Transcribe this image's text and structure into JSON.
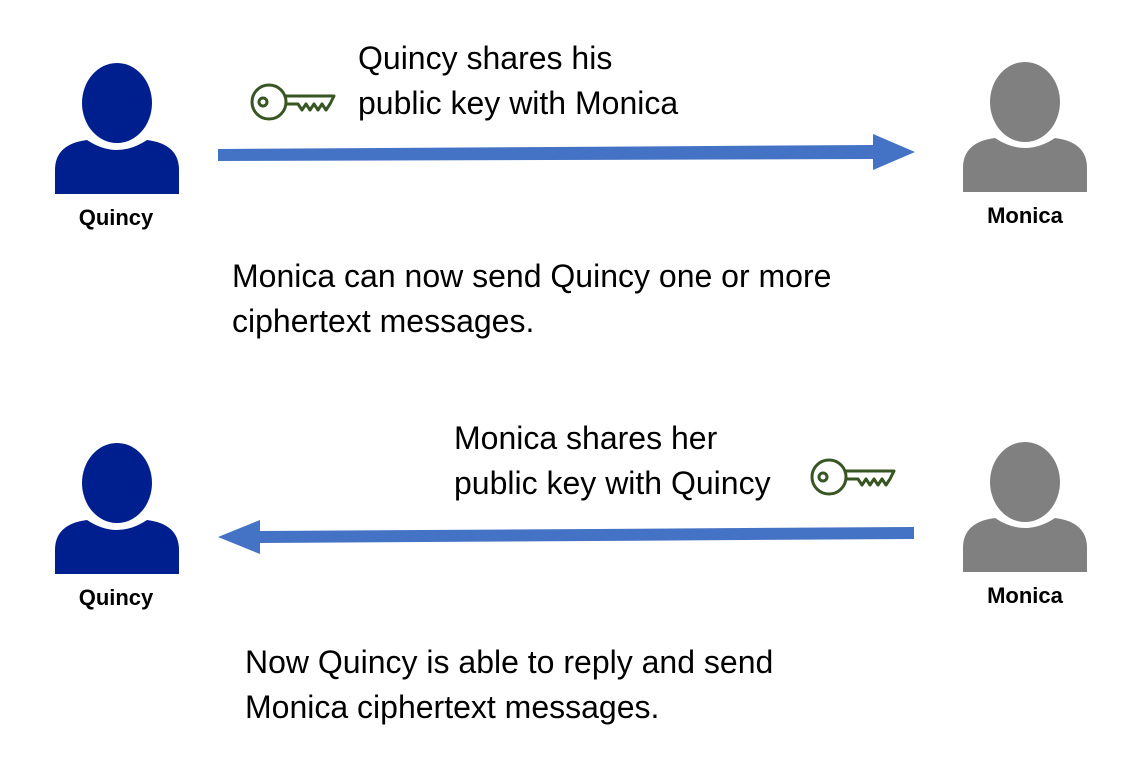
{
  "step1": {
    "sender": "Quincy",
    "receiver": "Monica",
    "caption_lines": [
      "Quincy shares his",
      "public key with Monica"
    ],
    "result_lines": [
      "Monica can now send Quincy one or more",
      "ciphertext messages."
    ]
  },
  "step2": {
    "sender": "Monica",
    "receiver": "Quincy",
    "caption_lines": [
      "Monica shares her",
      "public key with Quincy"
    ],
    "result_lines": [
      "Now Quincy is able to reply and send",
      "Monica ciphertext messages."
    ]
  },
  "icons": {
    "person": "person-icon",
    "key": "key-icon",
    "arrow": "arrow"
  },
  "colors": {
    "quincy": "#001f8f",
    "monica": "#808080",
    "arrow": "#4472c4",
    "key": "#375623"
  }
}
